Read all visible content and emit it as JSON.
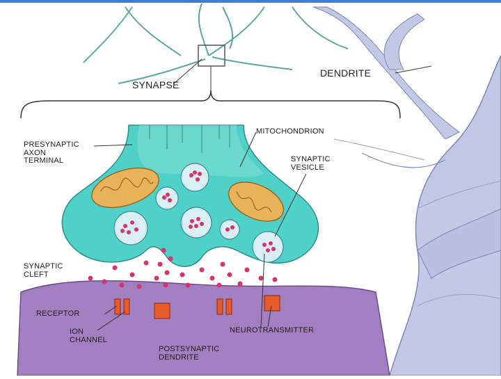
{
  "labels": {
    "synapse": "SYNAPSE",
    "dendrite": "DENDRITE",
    "presynaptic_axon_terminal": "PRESYNAPTIC\nAXON\nTERMINAL",
    "mitochondrion": "MITOCHONDRION",
    "synaptic_vesicle": "SYNAPTIC\nVESICLE",
    "synaptic_cleft": "SYNAPTIC\nCLEFT",
    "receptor": "RECEPTOR",
    "ion_channel": "ION\nCHANNEL",
    "postsynaptic_dendrite": "POSTSYNAPTIC\nDENDRITE",
    "neurotransmitter": "NEUROTRANSMITTER"
  },
  "colors": {
    "top_bar": "#3a7fd6",
    "axon_terminal": "#4fd0c8",
    "axon_terminal_light": "#bff0ea",
    "dendrite_branch": "#b9bfe0",
    "dendrite_shadow": "#8f95c4",
    "postsynaptic": "#9f7bbf",
    "mitochondrion": "#e8b25a",
    "vesicle": "#d8eef2",
    "neurotransmitter": "#d9336b",
    "receptor": "#e85a2a"
  }
}
